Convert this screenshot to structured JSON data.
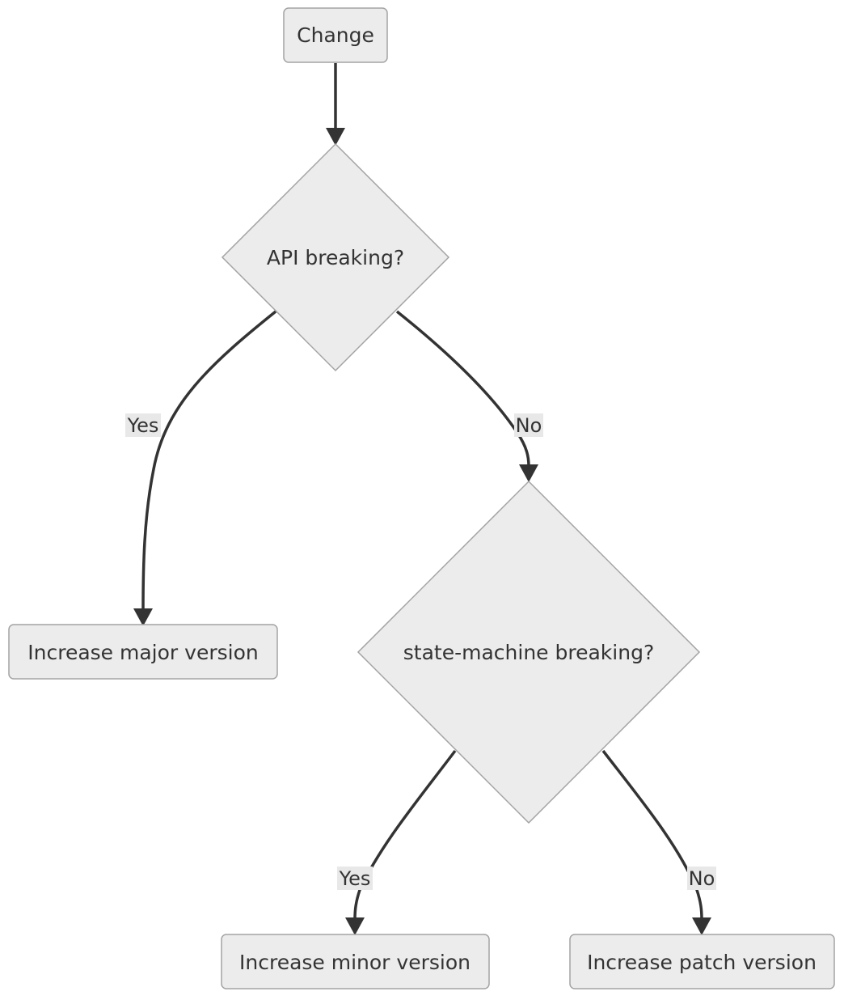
{
  "diagram": {
    "type": "flowchart",
    "colors": {
      "node_fill": "#ececec",
      "node_stroke": "#a3a3a3",
      "edge": "#333333",
      "text": "#333333",
      "label_background": "#e8e8e8"
    },
    "nodes": {
      "change": {
        "label": "Change",
        "shape": "rounded-rectangle"
      },
      "api_breaking": {
        "label": "API breaking?",
        "shape": "diamond"
      },
      "increase_major": {
        "label": "Increase major version",
        "shape": "rounded-rectangle"
      },
      "state_machine_breaking": {
        "label": "state-machine breaking?",
        "shape": "diamond"
      },
      "increase_minor": {
        "label": "Increase minor version",
        "shape": "rounded-rectangle"
      },
      "increase_patch": {
        "label": "Increase patch version",
        "shape": "rounded-rectangle"
      }
    },
    "edges": {
      "change_to_api": {
        "from": "change",
        "to": "api_breaking",
        "label": ""
      },
      "api_yes": {
        "from": "api_breaking",
        "to": "increase_major",
        "label": "Yes"
      },
      "api_no": {
        "from": "api_breaking",
        "to": "state_machine_breaking",
        "label": "No"
      },
      "sm_yes": {
        "from": "state_machine_breaking",
        "to": "increase_minor",
        "label": "Yes"
      },
      "sm_no": {
        "from": "state_machine_breaking",
        "to": "increase_patch",
        "label": "No"
      }
    }
  }
}
